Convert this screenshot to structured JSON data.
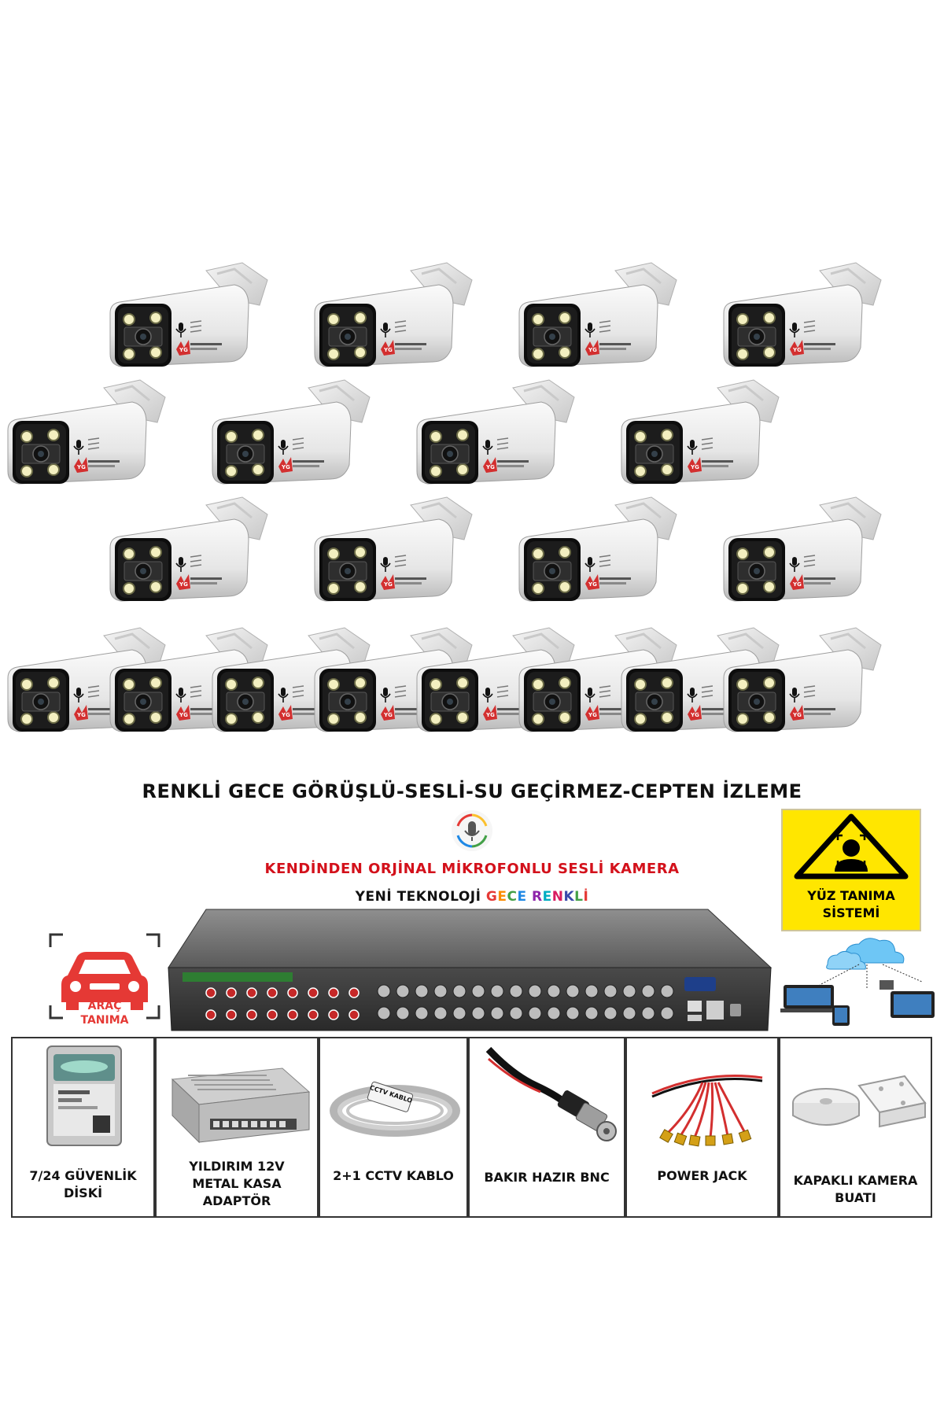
{
  "headline": "RENKLİ GECE GÖRÜŞLÜ-SESLİ-SU GEÇİRMEZ-CEPTEN İZLEME",
  "subheadline": "KENDİNDEN ORJİNAL MİKROFONLU SESLİ KAMERA",
  "tech_line": {
    "prefix": "YENİ TEKNOLOJİ ",
    "colored_letters": [
      "G",
      "E",
      "C",
      "E",
      " ",
      "R",
      "E",
      "N",
      "K",
      "L",
      "İ"
    ]
  },
  "camera_brand": "YILDIRIM GROUP",
  "camera_count": 20,
  "badges": {
    "face": [
      "YÜZ TANIMA",
      "SİSTEMİ"
    ],
    "vehicle": [
      "ARAÇ",
      "TANIMA"
    ]
  },
  "accessories": [
    {
      "icon": "hard-drive-icon",
      "label": [
        "7/24 GÜVENLİK",
        "DİSKİ"
      ]
    },
    {
      "icon": "power-adapter-icon",
      "label": [
        "YILDIRIM 12V",
        "METAL KASA",
        "ADAPTÖR"
      ]
    },
    {
      "icon": "cable-coil-icon",
      "label": [
        "2+1 CCTV KABLO"
      ]
    },
    {
      "icon": "bnc-connector-icon",
      "label": [
        "BAKIR HAZIR BNC"
      ]
    },
    {
      "icon": "power-jack-icon",
      "label": [
        "POWER JACK"
      ]
    },
    {
      "icon": "junction-box-icon",
      "label": [
        "KAPAKLI KAMERA",
        "BUATI"
      ]
    }
  ],
  "cable_print": "CCTV KABLO",
  "colors": {
    "headline": "#111111",
    "subheadline": "#d3111b",
    "warning_yellow": "#ffe600",
    "vehicle_red": "#e53935"
  }
}
